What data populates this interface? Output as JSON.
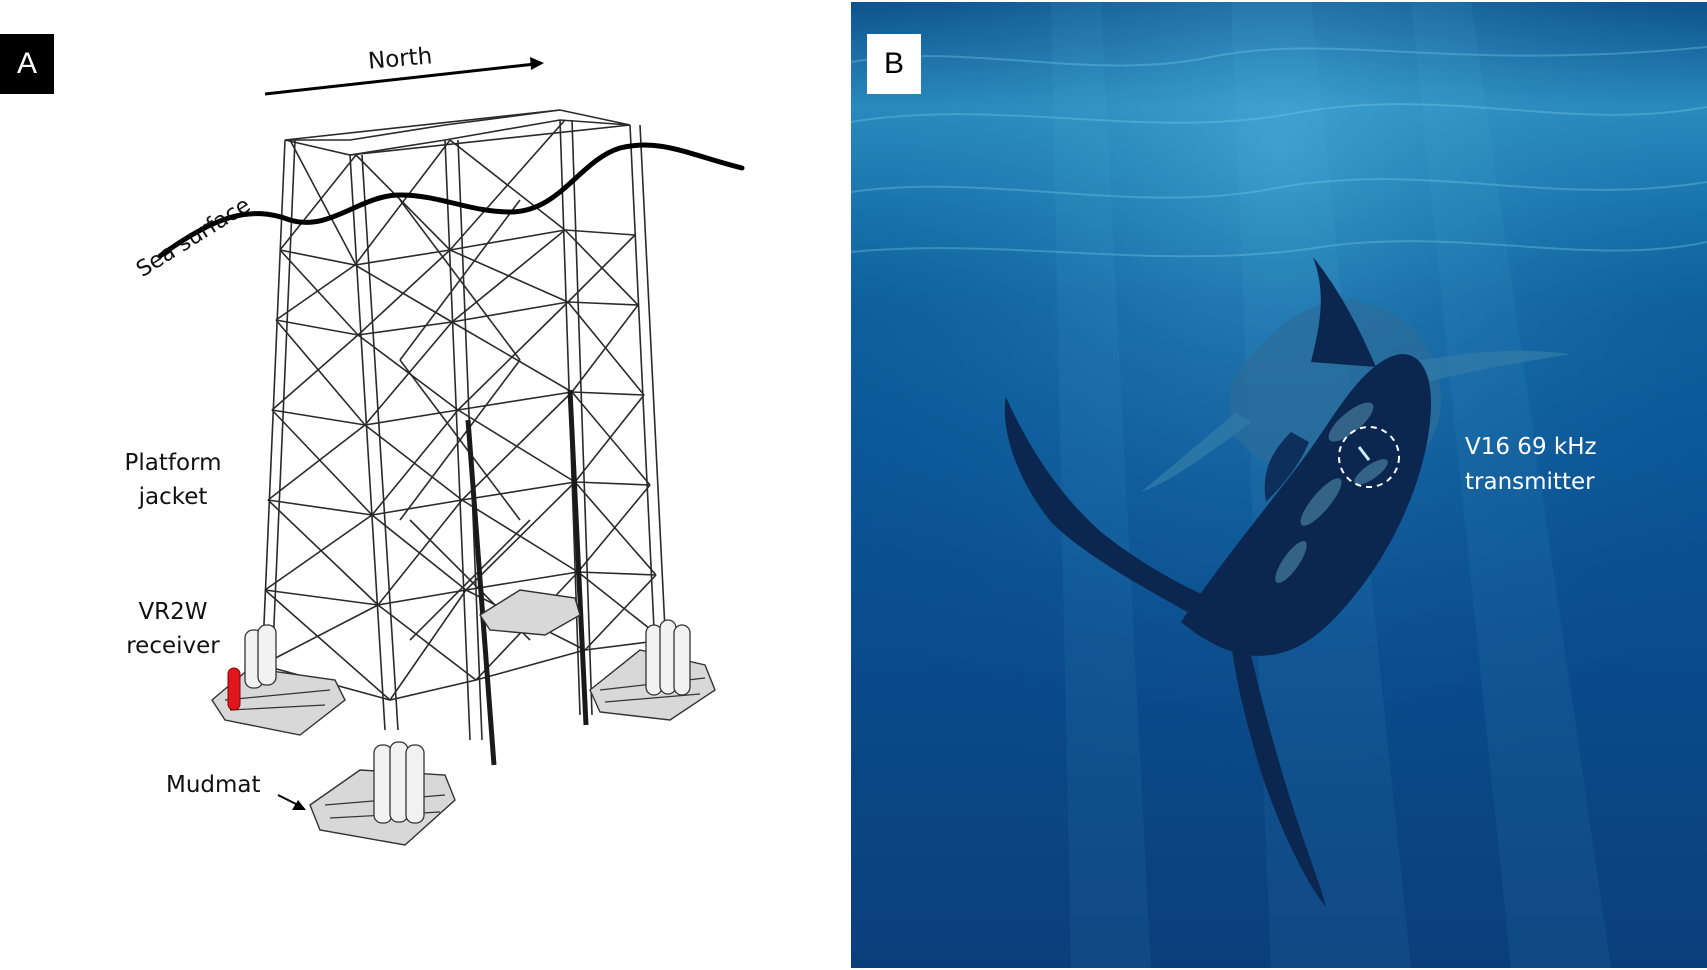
{
  "panel_a": {
    "label": "A",
    "annotations": {
      "north": "North",
      "sea_surface": "Sea surface",
      "platform_jacket_line1": "Platform",
      "platform_jacket_line2": "jacket",
      "receiver_line1": "VR2W",
      "receiver_line2": "receiver",
      "mudmat": "Mudmat"
    },
    "colors": {
      "receiver": "#e0161b",
      "linework": "#222222"
    }
  },
  "panel_b": {
    "label": "B",
    "transmitter_line1": "V16 69 kHz",
    "transmitter_line2": "transmitter",
    "colors": {
      "water_top": "#1f86b8",
      "water_bottom": "#0a3f7c",
      "shark": "#0b2750"
    }
  }
}
